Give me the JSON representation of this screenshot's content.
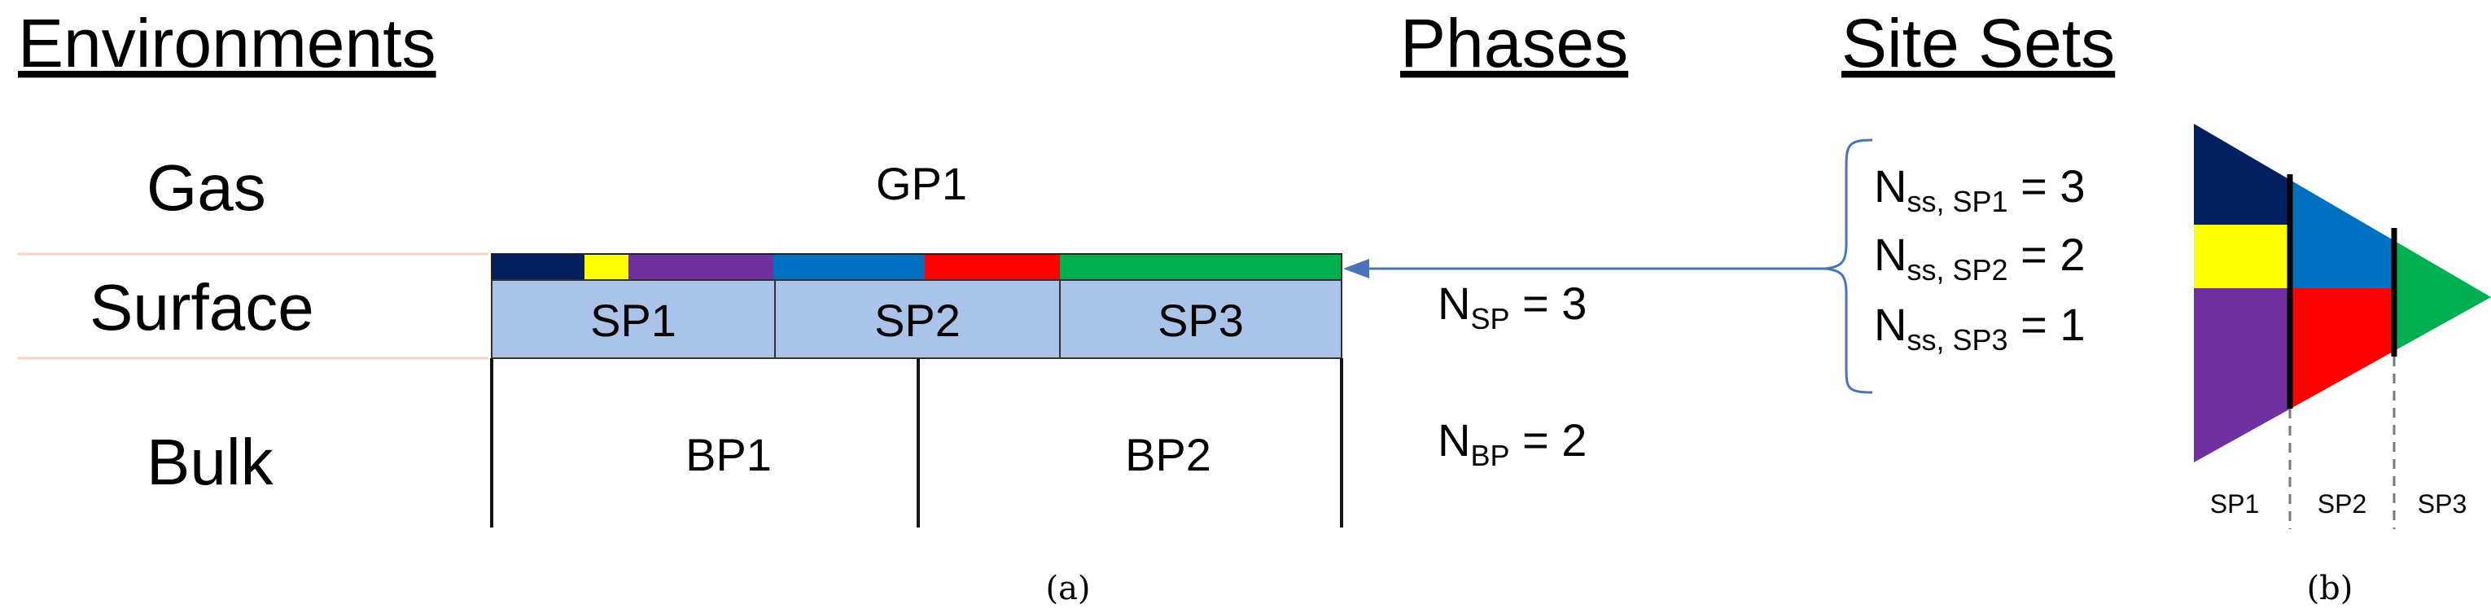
{
  "headers": {
    "environments": "Environments",
    "phases": "Phases",
    "site_sets": "Site Sets"
  },
  "environments": {
    "gas": "Gas",
    "surface": "Surface",
    "bulk": "Bulk"
  },
  "phases": {
    "gas": "GP1",
    "surface": [
      "SP1",
      "SP2",
      "SP3"
    ],
    "bulk": [
      "BP1",
      "BP2"
    ]
  },
  "counts": {
    "nsp": {
      "base": "N",
      "sub": "SP",
      "rest": " = 3"
    },
    "nbp": {
      "base": "N",
      "sub": "BP",
      "rest": " = 2"
    }
  },
  "site_sets": [
    {
      "base": "N",
      "sub": "ss, SP1",
      "rest": " = 3"
    },
    {
      "base": "N",
      "sub": "ss, SP2",
      "rest": " = 2"
    },
    {
      "base": "N",
      "sub": "ss, SP3",
      "rest": " = 1"
    }
  ],
  "triangle_labels": [
    "SP1",
    "SP2",
    "SP3"
  ],
  "captions": {
    "a": "(a)",
    "b": "(b)"
  },
  "colors": {
    "navy": "#002060",
    "yellow": "#ffff00",
    "purple": "#7030a0",
    "blue": "#0070c0",
    "red": "#ff0000",
    "green": "#00b050",
    "surface_fill": "#a9c4e8",
    "arrow": "#4a74b8",
    "guide": "#f2d3c4"
  }
}
